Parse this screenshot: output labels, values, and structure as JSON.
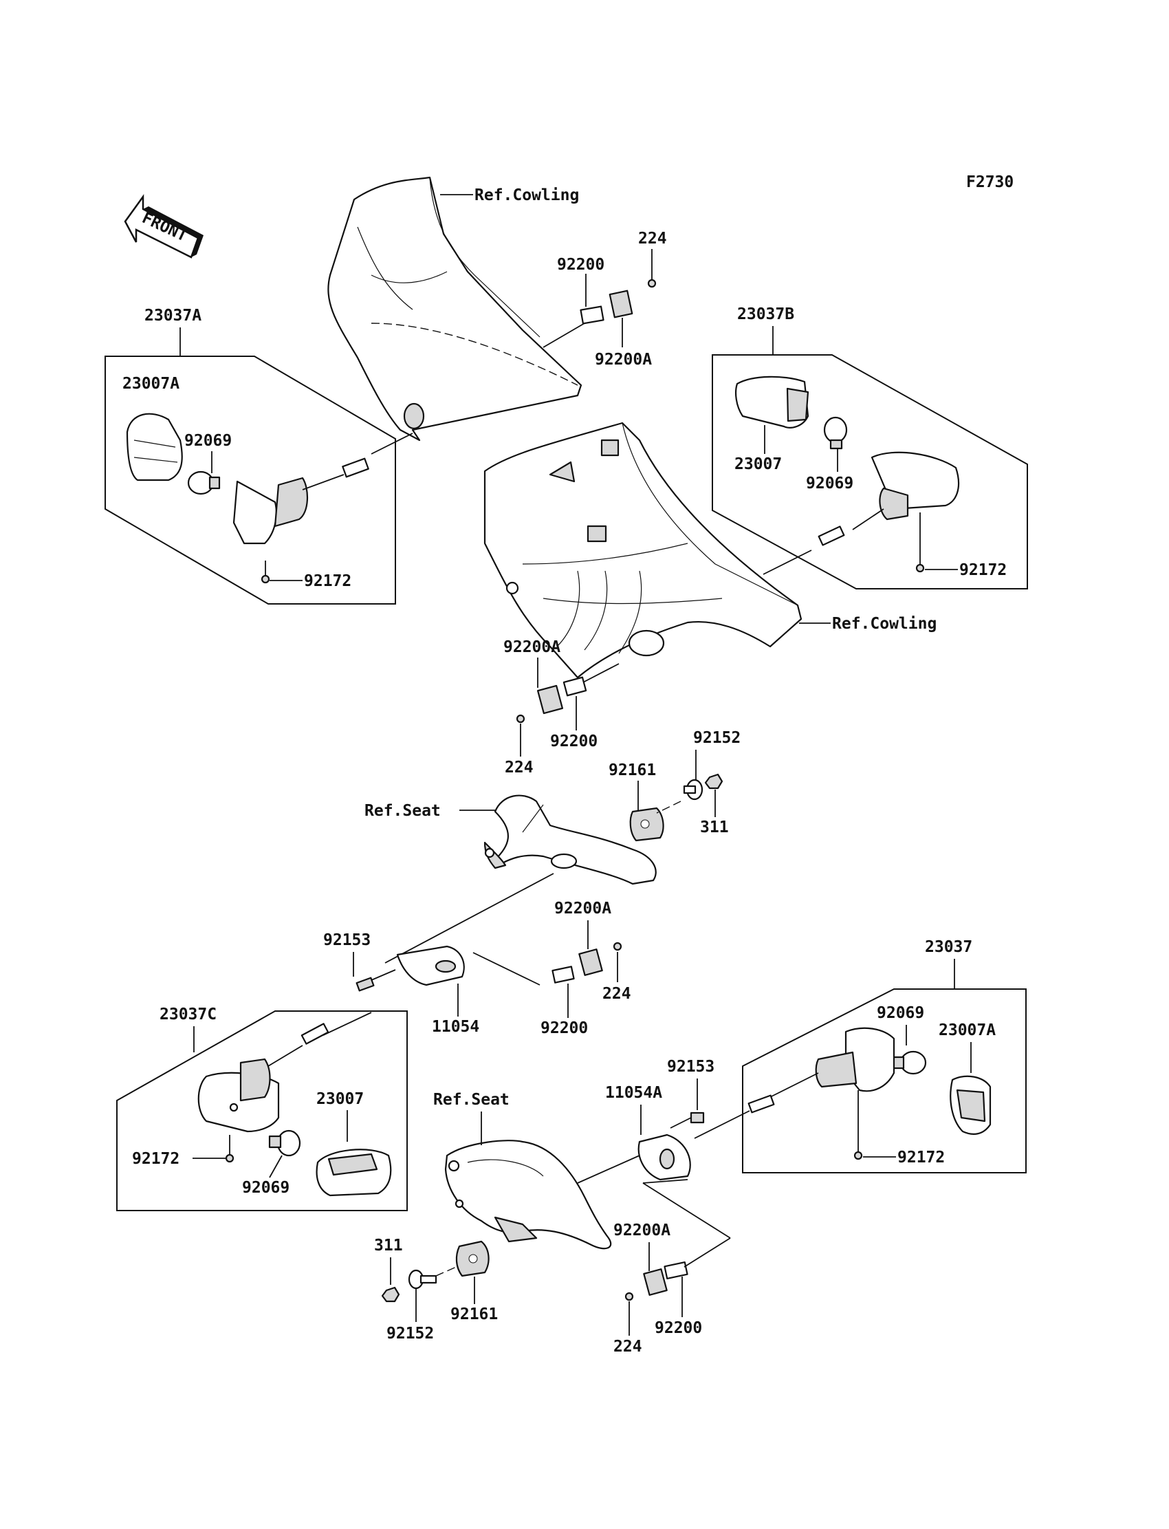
{
  "figure_code": "F2730",
  "front_arrow_label": "FRONT",
  "labels": {
    "ref_cowling_top": "Ref.Cowling",
    "ref_cowling_mid": "Ref.Cowling",
    "ref_seat_mid": "Ref.Seat",
    "ref_seat_low": "Ref.Seat",
    "a23037a": "23037A",
    "a23007a": "23007A",
    "a92069_a": "92069",
    "a92172_a": "92172",
    "a92200_top": "92200",
    "a224_top": "224",
    "a92200a_top": "92200A",
    "a23037b": "23037B",
    "a23007_b": "23007",
    "a92069_b": "92069",
    "a92172_b": "92172",
    "a92200a_mid": "92200A",
    "a92200_mid": "92200",
    "a224_mid": "224",
    "a92152_top": "92152",
    "a92161_top": "92161",
    "a311_top": "311",
    "a92153_left": "92153",
    "a11054": "11054",
    "a92200a_low": "92200A",
    "a224_low": "224",
    "a92200_low": "92200",
    "a23037c": "23037C",
    "a23007_c": "23007",
    "a92172_c": "92172",
    "a92069_c": "92069",
    "a23037": "23037",
    "a92069_d": "92069",
    "a23007a_d": "23007A",
    "a92172_d": "92172",
    "a92153_right": "92153",
    "a11054a": "11054A",
    "a92200a_bot": "92200A",
    "a92200_bot": "92200",
    "a224_bot": "224",
    "a311_bot": "311",
    "a92152_bot": "92152",
    "a92161_bot": "92161"
  }
}
